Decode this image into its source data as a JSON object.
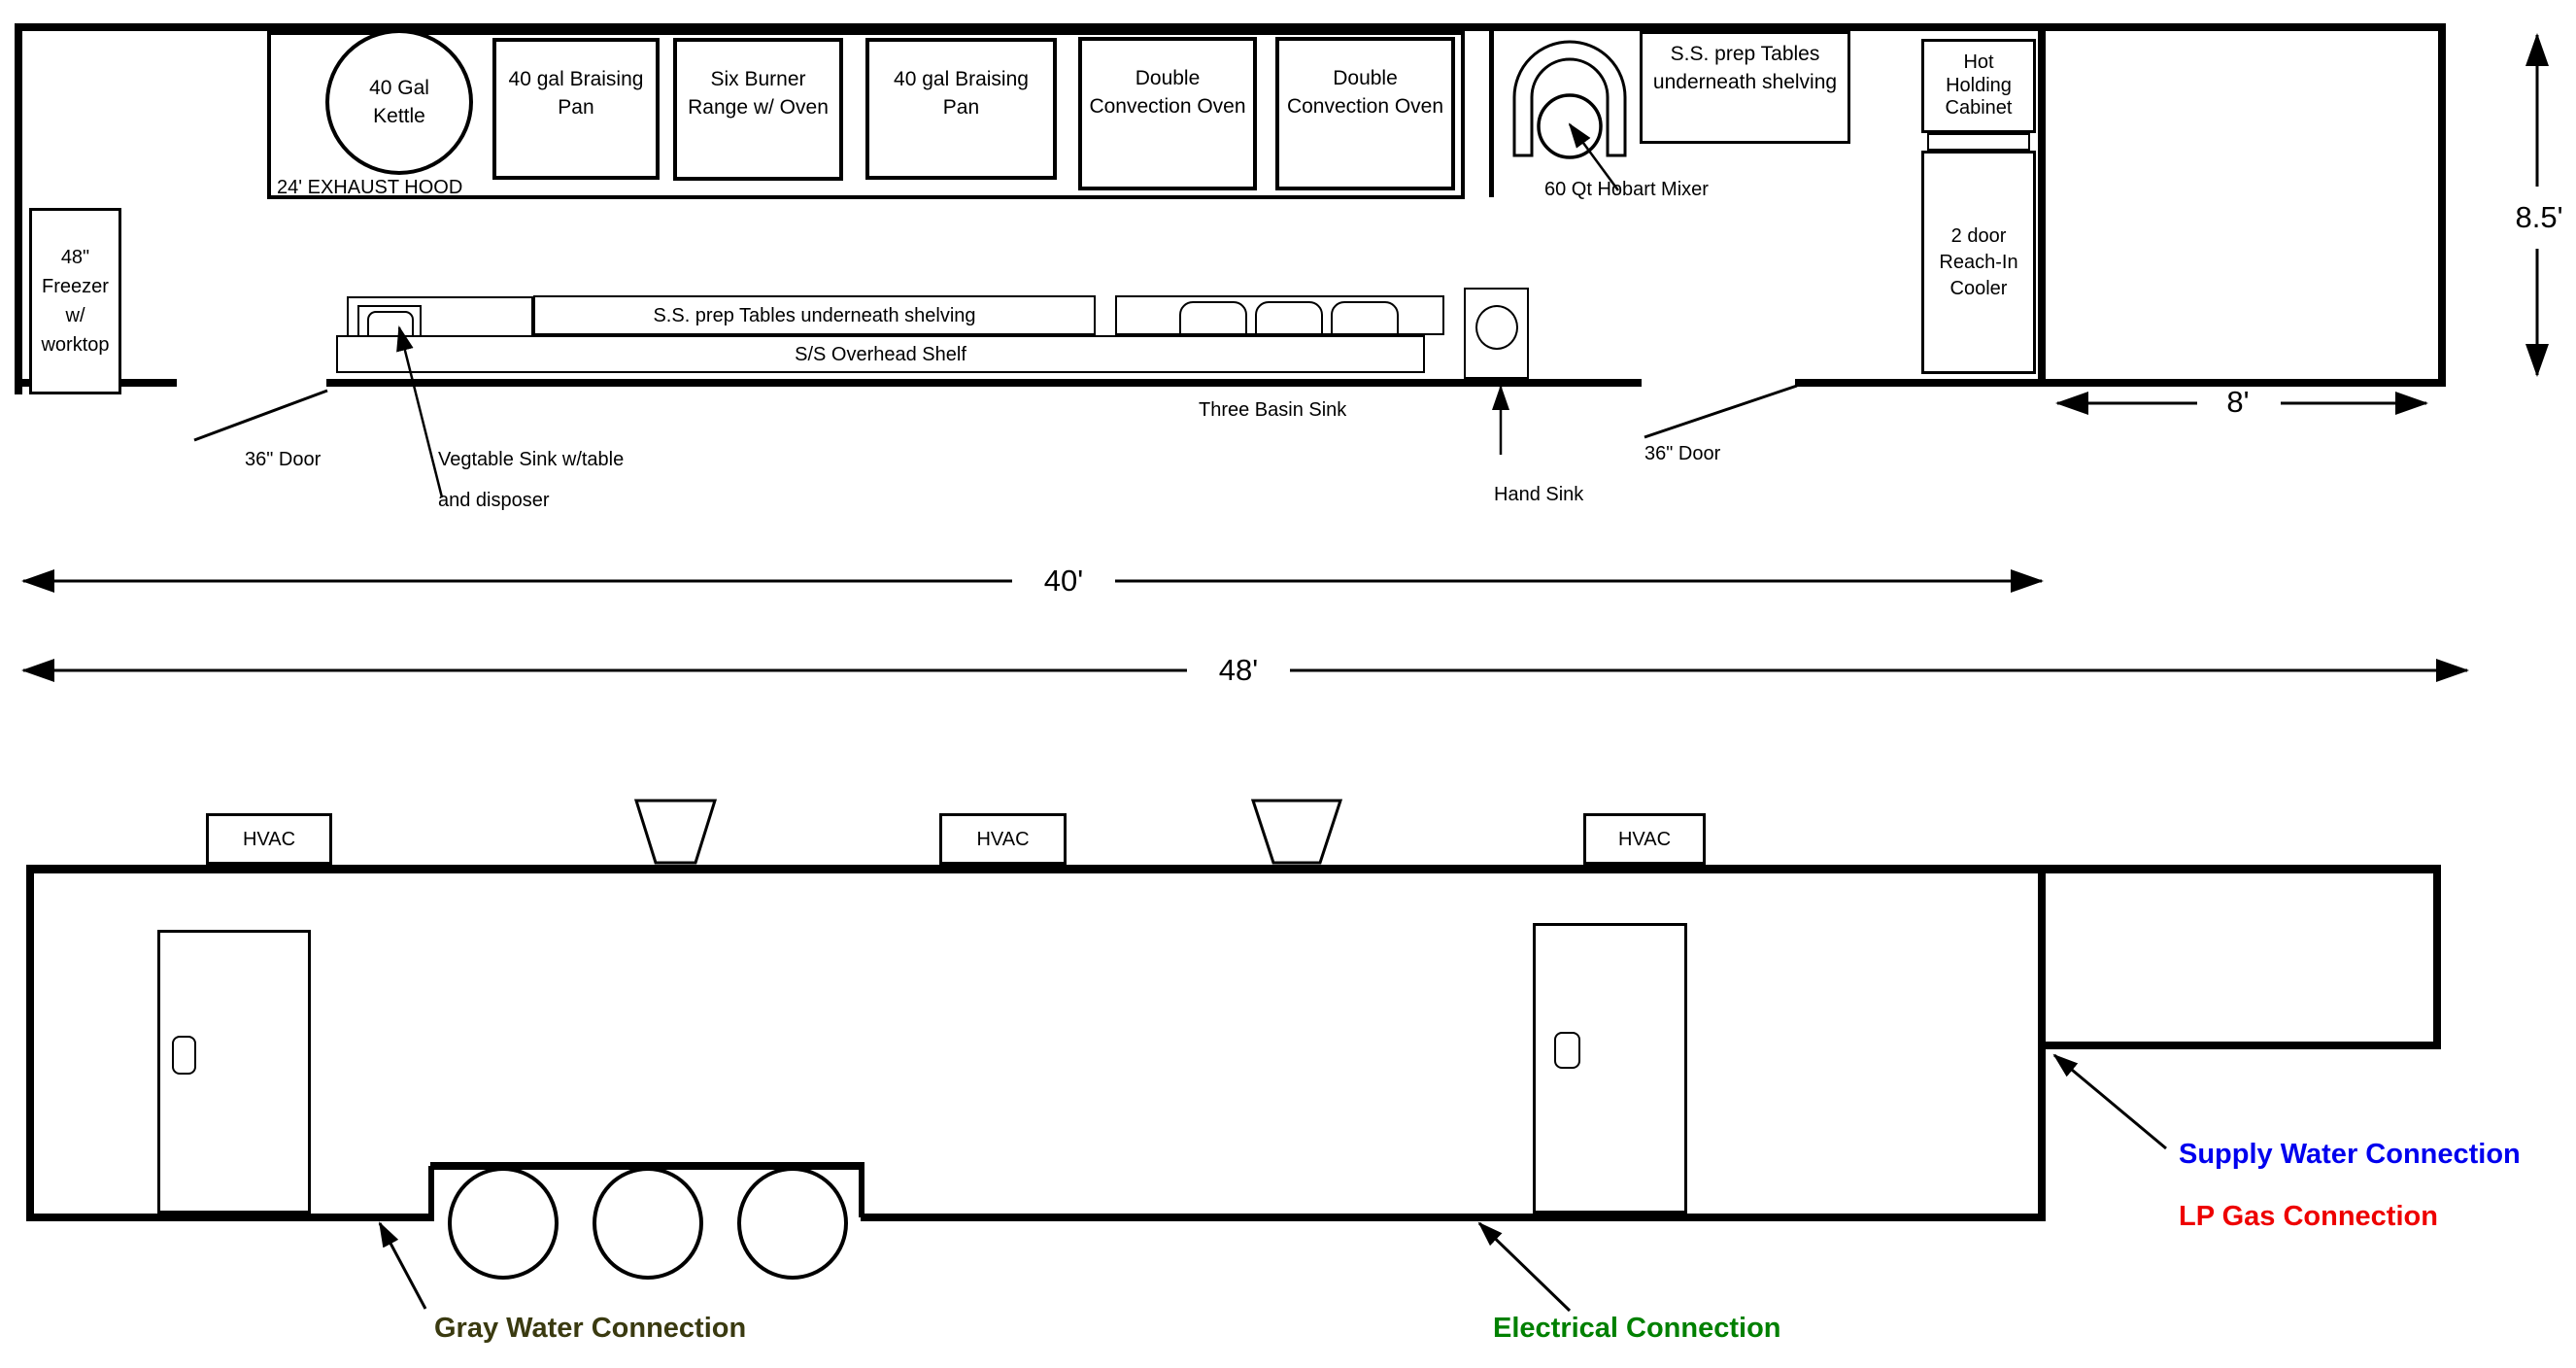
{
  "colors": {
    "line": "#000000",
    "gray_water": "#3a3a10",
    "electrical": "#008000",
    "supply_water": "#0000ee",
    "lp_gas": "#ee0000"
  },
  "plan_view": {
    "exhaust_hood_label": "24' EXHAUST HOOD",
    "kettle_label": "40 Gal\nKettle",
    "braising_pan_1_label": "40 gal Braising\nPan",
    "six_burner_label": "Six Burner\nRange w/ Oven",
    "braising_pan_2_label": "40 gal Braising\nPan",
    "convection_oven_1_label": "Double\nConvection Oven",
    "convection_oven_2_label": "Double\nConvection Oven",
    "mixer_label": "60 Qt Hobart Mixer",
    "prep_table_wall_label": "S.S. prep Tables\nunderneath shelving",
    "hot_holding_label": "Hot\nHolding\nCabinet",
    "cooler_label": "2 door\nReach-In\nCooler",
    "freezer_label": "48\"\nFreezer\nw/\nworktop",
    "prep_table_island_label": "S.S. prep Tables underneath shelving",
    "overhead_shelf_label": "S/S Overhead Shelf",
    "three_basin_label": "Three Basin Sink",
    "hand_sink_label": "Hand Sink",
    "veg_sink_line1": "Vegtable Sink w/table",
    "veg_sink_line2": "and disposer",
    "door_left_label": "36\" Door",
    "door_right_label": "36\" Door"
  },
  "dimensions": {
    "kitchen_length": "40'",
    "overall_length": "48'",
    "height": "8.5'",
    "porch_width": "8'"
  },
  "elevation_view": {
    "hvac_labels": [
      "HVAC",
      "HVAC",
      "HVAC"
    ],
    "gray_water_label": "Gray Water Connection",
    "electrical_label": "Electrical Connection",
    "supply_water_label": "Supply Water Connection",
    "lp_gas_label": "LP Gas Connection"
  }
}
